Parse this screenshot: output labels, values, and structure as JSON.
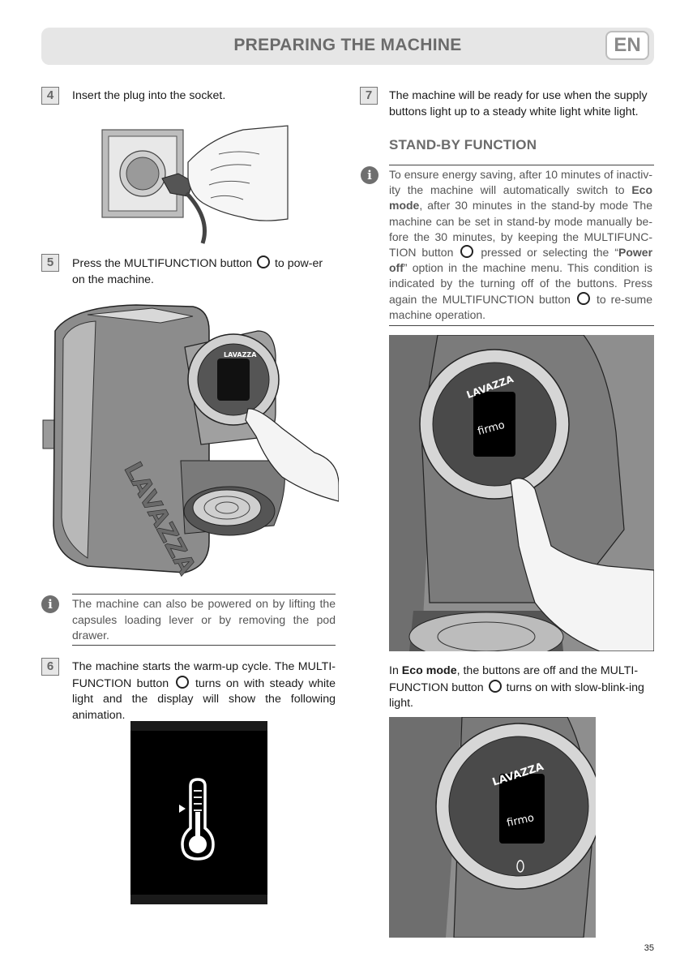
{
  "header": {
    "title": "PREPARING THE MACHINE",
    "language": "EN"
  },
  "steps": {
    "s4": {
      "num": "4",
      "text": "Insert the plug into the socket."
    },
    "s5": {
      "num": "5",
      "text_a": "Press the MULTIFUNCTION button",
      "text_b": "to pow-er on the machine."
    },
    "s5_note": "The machine can also be powered on by lifting the capsules loading lever or by removing the pod drawer.",
    "s6": {
      "num": "6",
      "text_a": "The machine starts the warm-up cycle. The MULTI-FUNCTION button",
      "text_b": "turns on with steady white light and the display will show the following animation."
    },
    "s7": {
      "num": "7",
      "text": "The machine will be ready for use when the supply buttons light up to a steady white light white light."
    }
  },
  "standby": {
    "title": "STAND-BY FUNCTION",
    "p1": "To ensure energy saving, after 10 minutes of inactiv-ity the machine will automatically switch to",
    "eco1": "Eco mode",
    "p2": ", after 30 minutes in the stand-by mode The machine can be set in stand-by mode manually be-fore the 30 minutes, by keeping the MULTIFUNC-TION button",
    "p3": "pressed or selecting the “",
    "power_off": "Power off",
    "p4": "” option in the machine menu. This condition is indicated by the turning off of the buttons. Press again the MULTIFUNCTION button",
    "p5": "to re-sume machine operation."
  },
  "eco": {
    "p1": "In",
    "bold": "Eco mode",
    "p2": ", the buttons are off and the MULTI-FUNCTION button",
    "p3": "turns on with slow-blink-ing light."
  },
  "brand": {
    "logo": "LAVAZZA",
    "display_word": "firmo"
  },
  "page_number": "35"
}
